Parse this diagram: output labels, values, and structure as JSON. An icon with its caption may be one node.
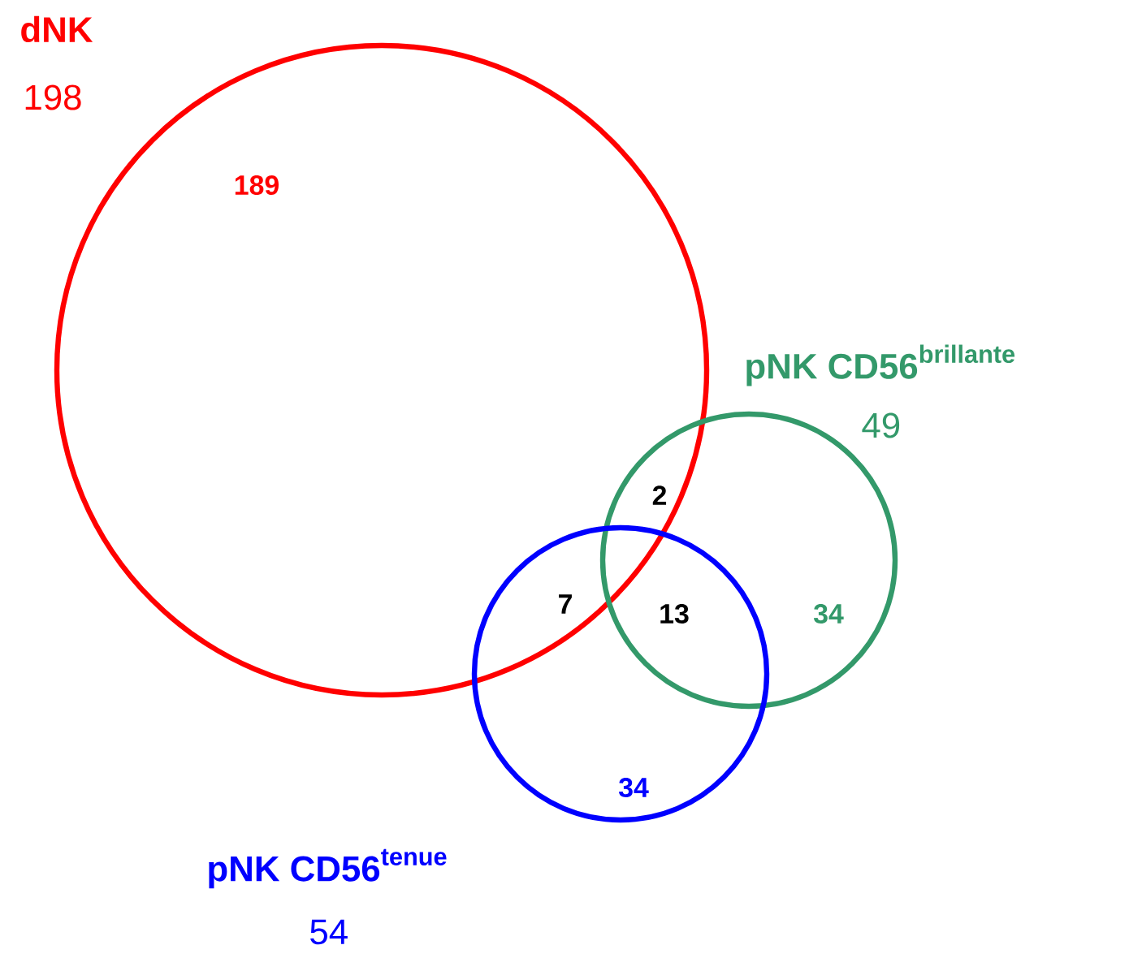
{
  "diagram": {
    "nodes": [
      {
        "text": [
          "\\text{dNK}",
          "198"
        ]
      },
      {
        "text": [
          "\\text{pNK CD56}^{\\text{brillante}}",
          "49"
        ]
      },
      {
        "text": [
          "\\text{pNK CD56}^{\\text{tenue}}",
          "54"
        ]
      }
    ],
    "labels": [
      "189",
      "2",
      "7",
      "13",
      "34",
      "34"
    ]
  }
}
